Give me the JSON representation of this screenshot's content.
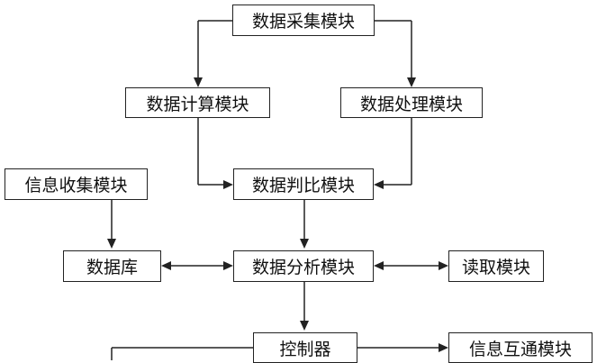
{
  "nodes": {
    "collect": {
      "label": "数据采集模块"
    },
    "calc": {
      "label": "数据计算模块"
    },
    "process": {
      "label": "数据处理模块"
    },
    "info": {
      "label": "信息收集模块"
    },
    "judge": {
      "label": "数据判比模块"
    },
    "db": {
      "label": "数据库"
    },
    "analyze": {
      "label": "数据分析模块"
    },
    "read": {
      "label": "读取模块"
    },
    "controller": {
      "label": "控制器"
    },
    "exchange": {
      "label": "信息互通模块"
    }
  },
  "edges": [
    {
      "from": "collect",
      "to": "calc",
      "direction": "forward"
    },
    {
      "from": "collect",
      "to": "process",
      "direction": "forward"
    },
    {
      "from": "calc",
      "to": "judge",
      "direction": "forward"
    },
    {
      "from": "process",
      "to": "judge",
      "direction": "forward"
    },
    {
      "from": "info",
      "to": "db",
      "direction": "forward"
    },
    {
      "from": "judge",
      "to": "analyze",
      "direction": "forward"
    },
    {
      "from": "db",
      "to": "analyze",
      "direction": "both"
    },
    {
      "from": "analyze",
      "to": "read",
      "direction": "both"
    },
    {
      "from": "analyze",
      "to": "controller",
      "direction": "forward"
    },
    {
      "from": "controller",
      "to": "exchange",
      "direction": "forward"
    }
  ]
}
